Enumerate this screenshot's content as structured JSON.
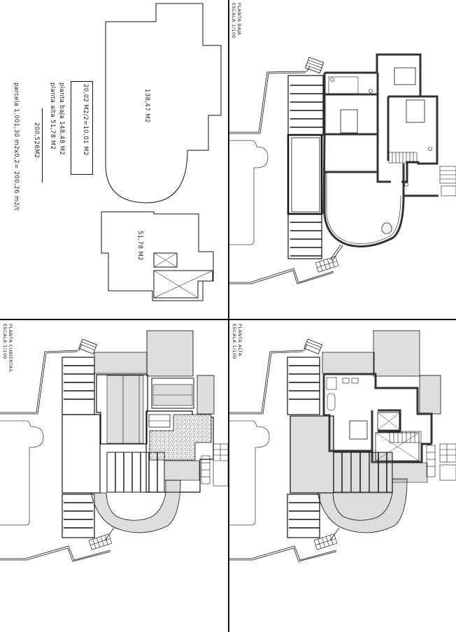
{
  "sheet": {
    "background": "#ffffff",
    "line_color": "#111111",
    "wall_color": "#333333"
  },
  "areas_panel": {
    "area_ground_shape_label": "138,47  M2",
    "area_upper_shape_label": "51,78  M2",
    "boxed_note": "20,02  M2/2=10,01  M2",
    "planta_baja": "planta  baja  148,48  M2",
    "planta_alta": "planta  alta  51,78  M2",
    "total": "200,526M2",
    "parcela": "parcela  1.001,30  m2x0,2=  200,26  m2/t"
  },
  "plans": [
    {
      "id": "planta-baja",
      "title": "PLANTA  BAJA",
      "scale": "ESCALA  1/100"
    },
    {
      "id": "planta-cubiertas",
      "title": "PLANTA  CUBIERTAS",
      "scale": "ESCALA  1/100"
    },
    {
      "id": "planta-alta",
      "title": "PLANTA  ALTA",
      "scale": "ESCALA  1/100"
    }
  ]
}
